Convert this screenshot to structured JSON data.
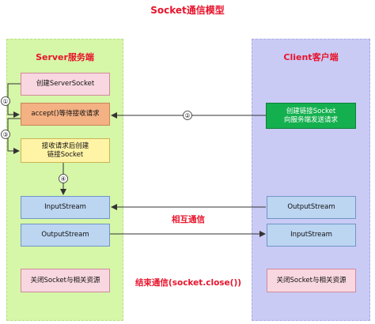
{
  "title": "Socket通信模型",
  "server": {
    "label": "Server服务端",
    "create_socket": "创建ServerSocket",
    "accept": "accept()等待接收请求",
    "create_link": [
      "接收请求后创建",
      "链接Socket"
    ],
    "input_stream": "InputStream",
    "output_stream": "OutputStream",
    "close": "关闭Socket与相关资源"
  },
  "client": {
    "label": "Client客户端",
    "send_request": [
      "创建链接Socket",
      "向服务端发送请求"
    ],
    "output_stream": "OutputStream",
    "input_stream": "InputStream",
    "close": "关闭Socket与相关资源"
  },
  "middle": {
    "mutual_comm": "相互通信",
    "end_comm": "结束通信(socket.close())"
  },
  "steps": [
    "①",
    "②",
    "③",
    "④"
  ],
  "colors": {
    "title_red": "#e8132b",
    "server_bg": "#d6f6a8",
    "client_bg": "#c9cbf5",
    "green_box": "#14b04f"
  }
}
